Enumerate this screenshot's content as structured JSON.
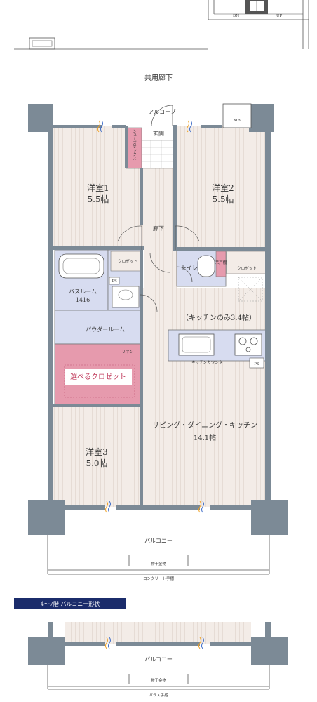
{
  "top": {
    "stair_dn": "DN",
    "stair_up": "UP",
    "common_corridor": "共用廊下"
  },
  "entrance": {
    "alcove": "アルコーブ",
    "genkan": "玄関",
    "shoe_box": "シューズボックス",
    "mb": "MB"
  },
  "rooms": {
    "western1": {
      "name": "洋室1",
      "size": "5.5帖"
    },
    "western2": {
      "name": "洋室2",
      "size": "5.5帖"
    },
    "western3": {
      "name": "洋室3",
      "size": "5.0帖"
    },
    "hallway": "廊下",
    "closet1": "クロゼット",
    "closet2": "クロゼット",
    "toilet": "トイレ",
    "hanging_shelf": "吊戸棚",
    "bathroom": {
      "name": "バスルーム",
      "size": "1416"
    },
    "powder": "パウダールーム",
    "linen": "リネン",
    "selectable_closet": "選べるクロゼット",
    "kitchen_only": "（キッチンのみ3.4帖）",
    "kitchen_counter": "キッチンカウンター",
    "ldk": {
      "name": "リビング・ダイニング・キッチン",
      "size": "14.1帖"
    },
    "ps": "PS"
  },
  "balcony": {
    "label": "バルコニー",
    "drying": "物干金物",
    "handrail": "コンクリート手摺"
  },
  "variant": {
    "banner": "4〜7階 バルコニー形状",
    "balcony": "バルコニー",
    "drying": "物干金物",
    "handrail": "ガラス手摺"
  },
  "colors": {
    "wall": "#7c8a96",
    "floor_room": "#f2ebe6",
    "wet_area": "#d7dcf0",
    "selectable_closet": "#e69aad",
    "banner": "#1b2c6b"
  }
}
